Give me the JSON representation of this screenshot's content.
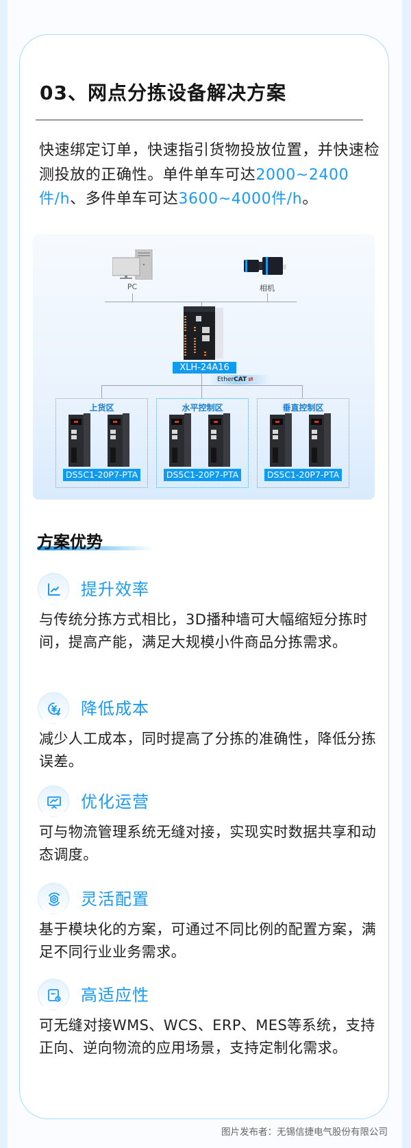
{
  "section": {
    "title": "03、网点分拣设备解决方案",
    "intro": {
      "parts": [
        {
          "text": "快速绑定订单，快速指引货物投放位置，并快速检测投放的正确性。单件单车可达",
          "highlight": false
        },
        {
          "text": "2000~2400件/h",
          "highlight": true
        },
        {
          "text": "、多件单车可达",
          "highlight": false
        },
        {
          "text": "3600~4000件/h",
          "highlight": true
        },
        {
          "text": "。",
          "highlight": false
        }
      ]
    }
  },
  "diagram": {
    "pc_label": "PC",
    "camera_label": "相机",
    "controller_model": "XLH-24A16",
    "bus_label_prefix": "Ether",
    "bus_label_bold": "CAT",
    "zones": [
      {
        "label": "上货区",
        "model": "DS5C1-20P7-PTA"
      },
      {
        "label": "水平控制区",
        "model": "DS5C1-20P7-PTA"
      },
      {
        "label": "垂直控制区",
        "model": "DS5C1-20P7-PTA"
      }
    ]
  },
  "advantages": {
    "heading": "方案优势",
    "items": [
      {
        "icon": "trend-chart-icon",
        "title": "提升效率",
        "body": "与传统分拣方式相比，3D播种墙可大幅缩短分拣时间，提高产能，满足大规模小件商品分拣需求。"
      },
      {
        "icon": "yuan-down-icon",
        "title": "降低成本",
        "body": "减少人工成本，同时提高了分拣的准确性，降低分拣误差。"
      },
      {
        "icon": "presentation-board-icon",
        "title": "优化运营",
        "body": "可与物流管理系统无缝对接，实现实时数据共享和动态调度。"
      },
      {
        "icon": "config-nut-icon",
        "title": "灵活配置",
        "body": "基于模块化的方案，可通过不同比例的配置方案，满足不同行业业务需求。"
      },
      {
        "icon": "adaptable-clock-icon",
        "title": "高适应性",
        "body": "可无缝对接WMS、WCS、ERP、MES等系统，支持正向、逆向物流的应用场景，支持定制化需求。"
      }
    ]
  },
  "footer": {
    "publisher": "图片发布者：无锡信捷电气股份有限公司"
  },
  "colors": {
    "accent": "#1a9bf0",
    "tag_bg": "#0f9bef",
    "card_border": "#a9dcf6",
    "side_strip": "#e4f2fd"
  }
}
